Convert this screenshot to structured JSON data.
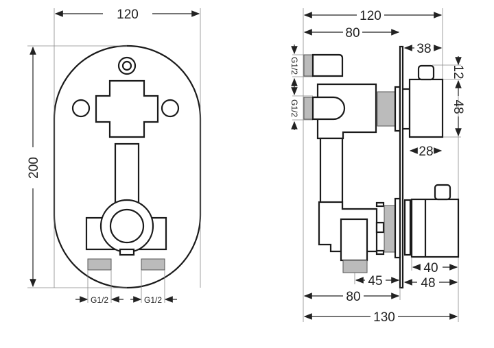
{
  "front_view": {
    "width_dim": "120",
    "height_dim": "200",
    "outlet_left": "G1/2",
    "outlet_right": "G1/2"
  },
  "side_view": {
    "total_depth_top": "120",
    "body_depth_top": "80",
    "handle_depth_top": "38",
    "knob_height": "12",
    "handle_height": "48",
    "handle_width_top": "28",
    "inlet_top": "G1/2",
    "inlet_bottom": "G1/2",
    "handle_depth_bottom": "40",
    "plate_to_handle_bottom": "48",
    "outlet_offset": "45",
    "body_depth_bottom": "80",
    "total_depth_bottom": "130"
  }
}
